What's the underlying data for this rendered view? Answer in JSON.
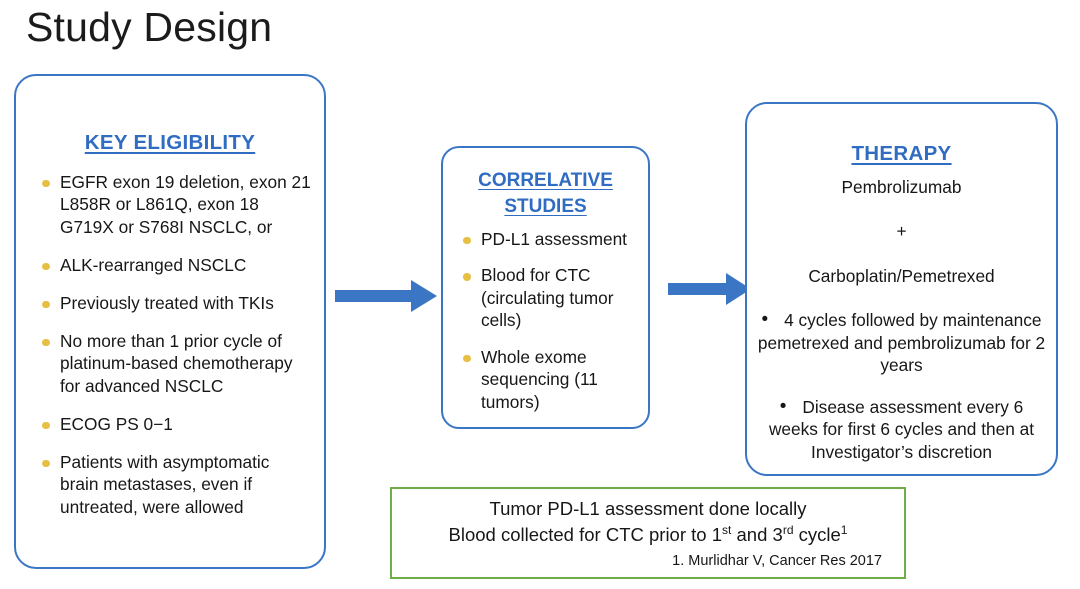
{
  "slide": {
    "title": "Study Design",
    "colors": {
      "box_blue": "#3b76c4",
      "heading_blue": "#2f6cc2",
      "bullet_gold": "#e6bf43",
      "arrow_blue": "#3b76c4",
      "note_green": "#70ad47",
      "text_black": "#171717",
      "background": "#ffffff"
    }
  },
  "eligibility": {
    "heading": "KEY ELIGIBILITY",
    "bullets": [
      "EGFR exon 19 deletion, exon 21 L858R or L861Q, exon 18 G719X or S768I NSCLC, or",
      "ALK-rearranged NSCLC",
      "Previously treated with TKIs",
      "No more than 1 prior cycle of platinum-based chemotherapy for advanced NSCLC",
      "ECOG PS 0−1",
      "Patients with asymptomatic brain metastases, even if untreated, were allowed"
    ]
  },
  "correlative": {
    "heading": "CORRELATIVE STUDIES",
    "bullets": [
      "PD-L1 assessment",
      "Blood for CTC (circulating tumor cells)",
      "Whole exome sequencing (11 tumors)"
    ]
  },
  "therapy": {
    "heading": "THERAPY",
    "drug_1": "Pembrolizumab",
    "plus": "+",
    "drug_2": "Carboplatin/Pemetrexed",
    "bullet_marker": "•",
    "detail_1": "4 cycles followed by maintenance pemetrexed and pembrolizumab for 2 years",
    "detail_2": "Disease assessment every 6 weeks for first 6 cycles and then at Investigator’s discretion"
  },
  "note": {
    "line_1": "Tumor PD-L1 assessment done locally",
    "line_2_a": "Blood collected for CTC prior to 1",
    "line_2_sup_a": "st",
    "line_2_b": " and 3",
    "line_2_sup_b": "rd",
    "line_2_c": " cycle",
    "line_2_sup_c": "1",
    "citation": "1. Murlidhar V, Cancer Res 2017"
  },
  "arrows": {
    "arrow_1_name": "eligibility-to-correlative",
    "arrow_2_name": "correlative-to-therapy"
  }
}
